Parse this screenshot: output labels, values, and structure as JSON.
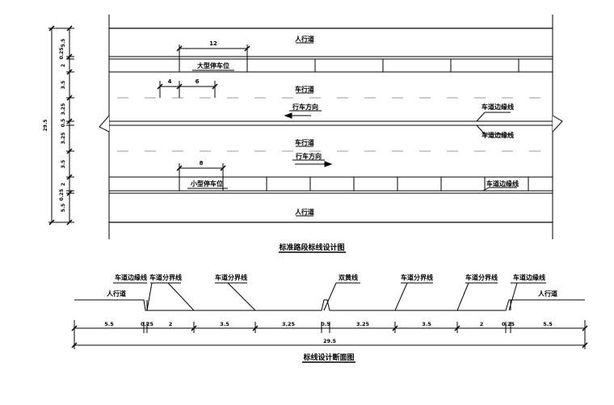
{
  "plan": {
    "title": "标准路段标线设计图",
    "labels": {
      "sidewalk_top": "人行道",
      "sidewalk_bottom": "人行道",
      "large_parking": "大型停车位",
      "small_parking": "小型停车位",
      "lane_upper": "车行道",
      "lane_lower": "车行道",
      "direction_upper": "行车方向",
      "direction_lower": "行车方向",
      "edge_line_a": "车道边缘线",
      "edge_line_b": "车道边缘线",
      "edge_line_c": "车道边缘线"
    },
    "dims_top": {
      "large_stall_length": "12",
      "gap": "4",
      "stall_width": "6",
      "small_stall_length": "8"
    },
    "left_dims": [
      "5.5",
      "0.25",
      "2",
      "3.5",
      "3.25",
      "0.5",
      "3.25",
      "3.5",
      "2",
      "0.25",
      "5.5"
    ],
    "total_width": "29.5"
  },
  "section": {
    "title": "标线设计断面图",
    "labels": {
      "sidewalk_left": "人行道",
      "sidewalk_right": "人行道",
      "edge_left": "车道边缘线",
      "edge_right": "车道边缘线",
      "divider_1": "车道分界线",
      "divider_2": "车道分界线",
      "divider_3": "车道分界线",
      "divider_4": "车道分界线",
      "double_yellow": "双黄线"
    },
    "dims": [
      "5.5",
      "0.25",
      "2",
      "3.5",
      "3.25",
      "0.5",
      "3.25",
      "3.5",
      "2",
      "0.25",
      "5.5"
    ],
    "total_width": "29.5"
  }
}
